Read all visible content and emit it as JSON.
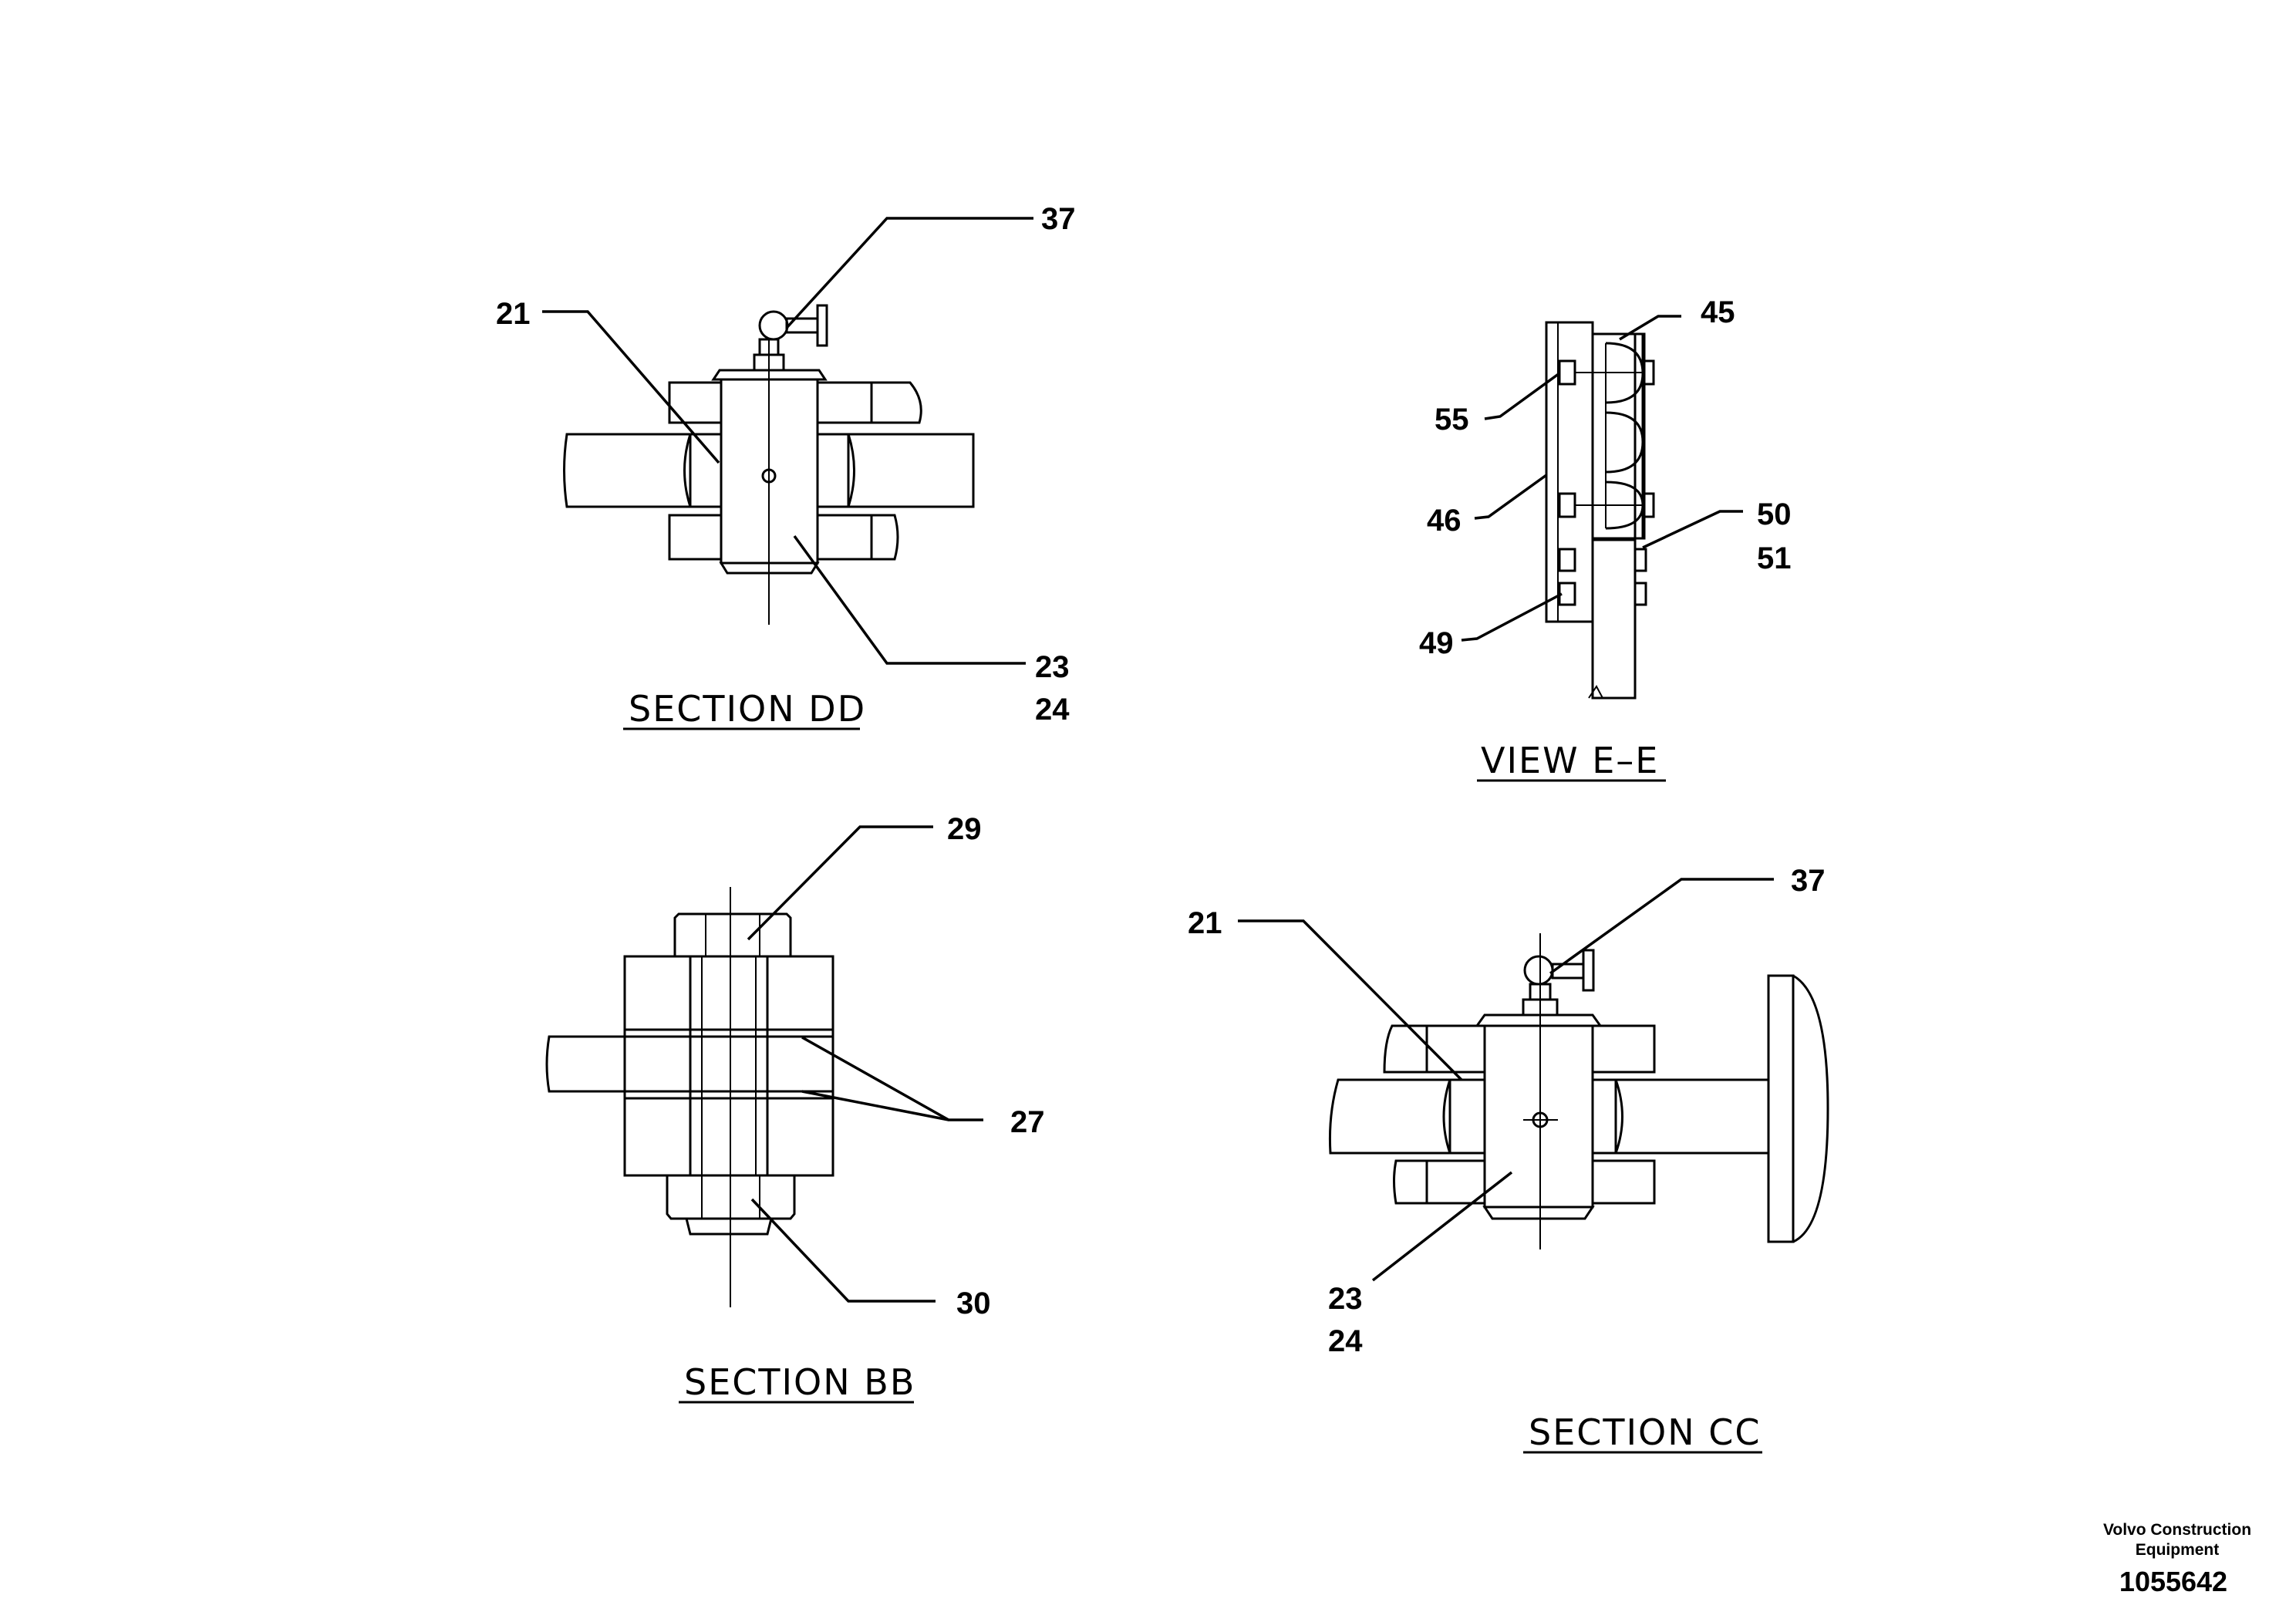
{
  "section_dd": {
    "title": "SECTION  DD",
    "labels": {
      "p37": "37",
      "p21": "21",
      "p23": "23",
      "p24": "24"
    }
  },
  "view_ee": {
    "title": "VIEW  E–E",
    "labels": {
      "p45": "45",
      "p55": "55",
      "p46": "46",
      "p50": "50",
      "p51": "51",
      "p49": "49"
    }
  },
  "section_bb": {
    "title": "SECTION  BB",
    "labels": {
      "p29": "29",
      "p27": "27",
      "p30": "30"
    }
  },
  "section_cc": {
    "title": "SECTION  CC",
    "labels": {
      "p37": "37",
      "p21": "21",
      "p23": "23",
      "p24": "24"
    }
  },
  "footer": {
    "company_line1": "Volvo Construction",
    "company_line2": "Equipment",
    "drawing_number": "1055642"
  }
}
